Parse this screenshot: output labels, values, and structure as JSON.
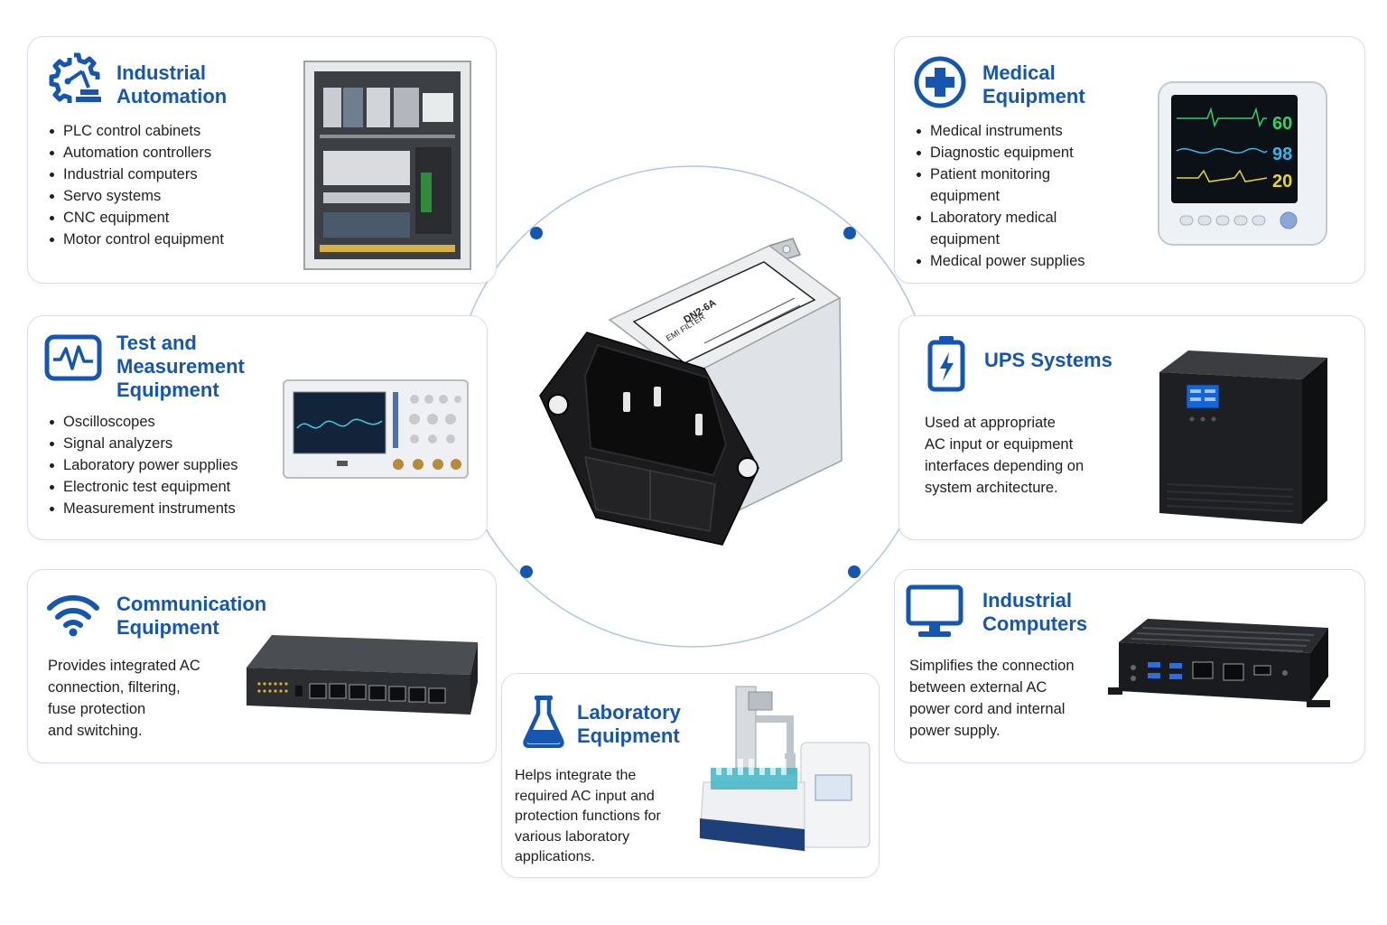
{
  "colors": {
    "accent": "#1557b0",
    "border": "#d9dde3",
    "text": "#1f1f1f"
  },
  "cards": {
    "industrial_automation": {
      "icon": "gear-robot-arm-icon",
      "title": [
        "Industrial",
        "Automation"
      ],
      "items": [
        "PLC control cabinets",
        "Automation controllers",
        "Industrial computers",
        "Servo systems",
        "CNC equipment",
        "Motor control equipment"
      ]
    },
    "test_measurement": {
      "icon": "waveform-monitor-icon",
      "title": [
        "Test and",
        "Measurement",
        "Equipment"
      ],
      "items": [
        "Oscilloscopes",
        "Signal analyzers",
        "Laboratory power supplies",
        "Electronic test equipment",
        "Measurement instruments"
      ]
    },
    "communication": {
      "icon": "wifi-icon",
      "title": [
        "Communication",
        "Equipment"
      ],
      "desc": [
        "Provides integrated AC",
        "connection, filtering,",
        "fuse protection",
        "and switching."
      ]
    },
    "medical": {
      "icon": "medical-cross-icon",
      "title": [
        "Medical",
        "Equipment"
      ],
      "items": [
        "Medical instruments",
        "Diagnostic equipment",
        "Patient monitoring|equipment",
        "Laboratory medical|equipment",
        "Medical power supplies"
      ],
      "monitor_values": [
        "60",
        "98",
        "20"
      ]
    },
    "ups": {
      "icon": "battery-bolt-icon",
      "title": [
        "UPS Systems"
      ],
      "desc": [
        "Used at appropriate",
        "AC input or equipment",
        "interfaces depending on",
        "system architecture."
      ]
    },
    "industrial_computers": {
      "icon": "monitor-icon",
      "title": [
        "Industrial",
        "Computers"
      ],
      "desc": [
        "Simplifies the connection",
        "between external AC",
        "power cord and internal",
        "power supply."
      ]
    },
    "laboratory": {
      "icon": "flask-icon",
      "title": [
        "Laboratory",
        "Equipment"
      ],
      "desc": [
        "Helps integrate the",
        "required AC input and",
        "protection functions for",
        "various laboratory",
        "applications."
      ]
    }
  },
  "center_product": {
    "model_label": "DN2-6A",
    "label_line": "EMI FILTER"
  }
}
